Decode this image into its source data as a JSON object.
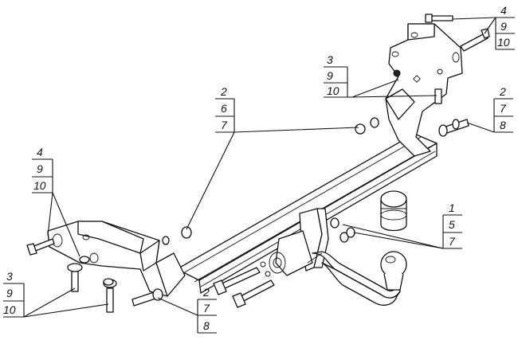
{
  "callouts": [
    {
      "id": "top-right",
      "labels": [
        "4",
        "9",
        "10"
      ]
    },
    {
      "id": "top-center",
      "labels": [
        "3",
        "9",
        "10"
      ]
    },
    {
      "id": "right-mid",
      "labels": [
        "2",
        "7",
        "8"
      ]
    },
    {
      "id": "center",
      "labels": [
        "2",
        "6",
        "7"
      ]
    },
    {
      "id": "left-upper",
      "labels": [
        "4",
        "9",
        "10"
      ]
    },
    {
      "id": "right-lower",
      "labels": [
        "1",
        "5",
        "7"
      ]
    },
    {
      "id": "left-lower",
      "labels": [
        "3",
        "9",
        "10"
      ]
    },
    {
      "id": "bottom-center",
      "labels": [
        "2",
        "7",
        "8"
      ]
    }
  ]
}
